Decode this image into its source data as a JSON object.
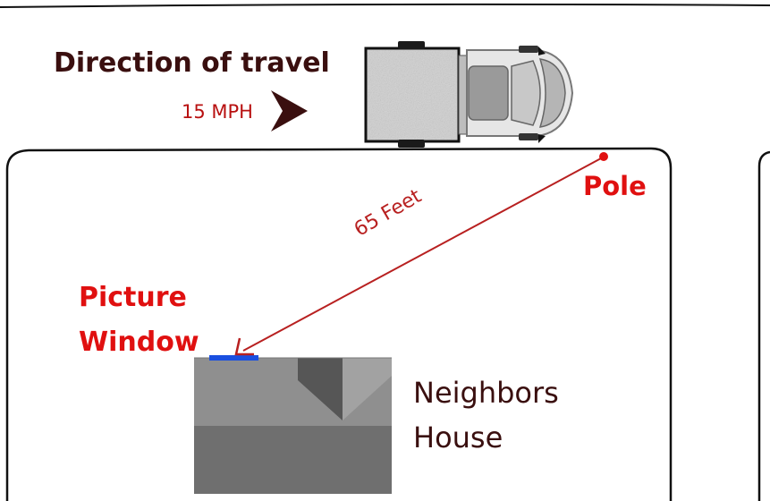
{
  "diagram": {
    "direction_label": "Direction of travel",
    "speed_label": "15 MPH",
    "distance_label": "65 Feet",
    "pole_label": "Pole",
    "window_label_line1": "Picture",
    "window_label_line2": "Window",
    "house_label_line1": "Neighbors",
    "house_label_line2": "House"
  },
  "colors": {
    "dark_text": "#3a0f0f",
    "red_label": "#e01010",
    "sightline": "#b82020",
    "window": "#1a4fe0",
    "house_roof": "#8f8f8f",
    "house_front": "#6f6f6f"
  }
}
